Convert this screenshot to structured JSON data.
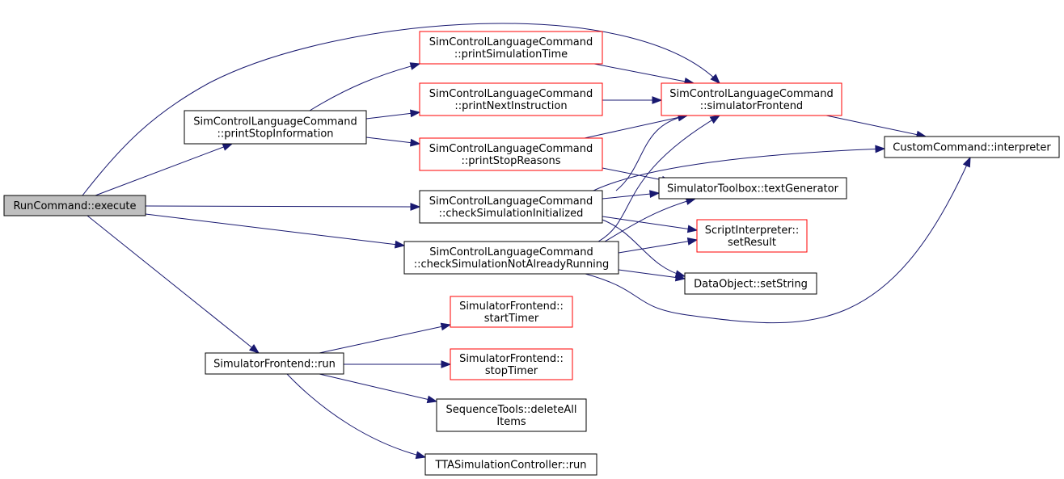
{
  "colors": {
    "edge": "#191970",
    "node_border_default": "#000000",
    "node_border_truncated": "#ff0000",
    "root_fill": "#bfbfbf",
    "node_fill": "#ffffff"
  },
  "nodes": [
    {
      "id": "run_execute",
      "lines": [
        "RunCommand::execute"
      ],
      "style": "root"
    },
    {
      "id": "print_stop_info",
      "lines": [
        "SimControlLanguageCommand",
        "::printStopInformation"
      ],
      "style": "normal"
    },
    {
      "id": "print_sim_time",
      "lines": [
        "SimControlLanguageCommand",
        "::printSimulationTime"
      ],
      "style": "truncated"
    },
    {
      "id": "print_next_instr",
      "lines": [
        "SimControlLanguageCommand",
        "::printNextInstruction"
      ],
      "style": "truncated"
    },
    {
      "id": "print_stop_reasons",
      "lines": [
        "SimControlLanguageCommand",
        "::printStopReasons"
      ],
      "style": "truncated"
    },
    {
      "id": "sim_frontend_getter",
      "lines": [
        "SimControlLanguageCommand",
        "::simulatorFrontend"
      ],
      "style": "truncated"
    },
    {
      "id": "check_sim_init",
      "lines": [
        "SimControlLanguageCommand",
        "::checkSimulationInitialized"
      ],
      "style": "normal"
    },
    {
      "id": "check_not_running",
      "lines": [
        "SimControlLanguageCommand",
        "::checkSimulationNotAlreadyRunning"
      ],
      "style": "normal"
    },
    {
      "id": "custom_interpreter",
      "lines": [
        "CustomCommand::interpreter"
      ],
      "style": "normal"
    },
    {
      "id": "text_generator",
      "lines": [
        "SimulatorToolbox::textGenerator"
      ],
      "style": "normal"
    },
    {
      "id": "set_result",
      "lines": [
        "ScriptInterpreter::",
        "setResult"
      ],
      "style": "truncated"
    },
    {
      "id": "set_string",
      "lines": [
        "DataObject::setString"
      ],
      "style": "normal"
    },
    {
      "id": "sim_frontend_run",
      "lines": [
        "SimulatorFrontend::run"
      ],
      "style": "normal"
    },
    {
      "id": "start_timer",
      "lines": [
        "SimulatorFrontend::",
        "startTimer"
      ],
      "style": "truncated"
    },
    {
      "id": "stop_timer",
      "lines": [
        "SimulatorFrontend::",
        "stopTimer"
      ],
      "style": "truncated"
    },
    {
      "id": "delete_all_items",
      "lines": [
        "SequenceTools::deleteAll",
        "Items"
      ],
      "style": "normal"
    },
    {
      "id": "tta_run",
      "lines": [
        "TTASimulationController::run"
      ],
      "style": "normal"
    }
  ],
  "edges": [
    {
      "from": "run_execute",
      "to": "print_stop_info"
    },
    {
      "from": "run_execute",
      "to": "sim_frontend_getter"
    },
    {
      "from": "run_execute",
      "to": "check_sim_init"
    },
    {
      "from": "run_execute",
      "to": "check_not_running"
    },
    {
      "from": "run_execute",
      "to": "sim_frontend_run"
    },
    {
      "from": "print_stop_info",
      "to": "print_sim_time"
    },
    {
      "from": "print_stop_info",
      "to": "print_next_instr"
    },
    {
      "from": "print_stop_info",
      "to": "print_stop_reasons"
    },
    {
      "from": "print_sim_time",
      "to": "sim_frontend_getter"
    },
    {
      "from": "print_next_instr",
      "to": "sim_frontend_getter"
    },
    {
      "from": "print_stop_reasons",
      "to": "sim_frontend_getter"
    },
    {
      "from": "print_stop_reasons",
      "to": "text_generator"
    },
    {
      "from": "sim_frontend_getter",
      "to": "custom_interpreter"
    },
    {
      "from": "check_sim_init",
      "to": "sim_frontend_getter"
    },
    {
      "from": "check_sim_init",
      "to": "custom_interpreter"
    },
    {
      "from": "check_sim_init",
      "to": "text_generator"
    },
    {
      "from": "check_sim_init",
      "to": "set_result"
    },
    {
      "from": "check_sim_init",
      "to": "set_string"
    },
    {
      "from": "check_not_running",
      "to": "sim_frontend_getter"
    },
    {
      "from": "check_not_running",
      "to": "text_generator"
    },
    {
      "from": "check_not_running",
      "to": "set_result"
    },
    {
      "from": "check_not_running",
      "to": "set_string"
    },
    {
      "from": "check_not_running",
      "to": "custom_interpreter"
    },
    {
      "from": "sim_frontend_run",
      "to": "start_timer"
    },
    {
      "from": "sim_frontend_run",
      "to": "stop_timer"
    },
    {
      "from": "sim_frontend_run",
      "to": "delete_all_items"
    },
    {
      "from": "sim_frontend_run",
      "to": "tta_run"
    }
  ]
}
